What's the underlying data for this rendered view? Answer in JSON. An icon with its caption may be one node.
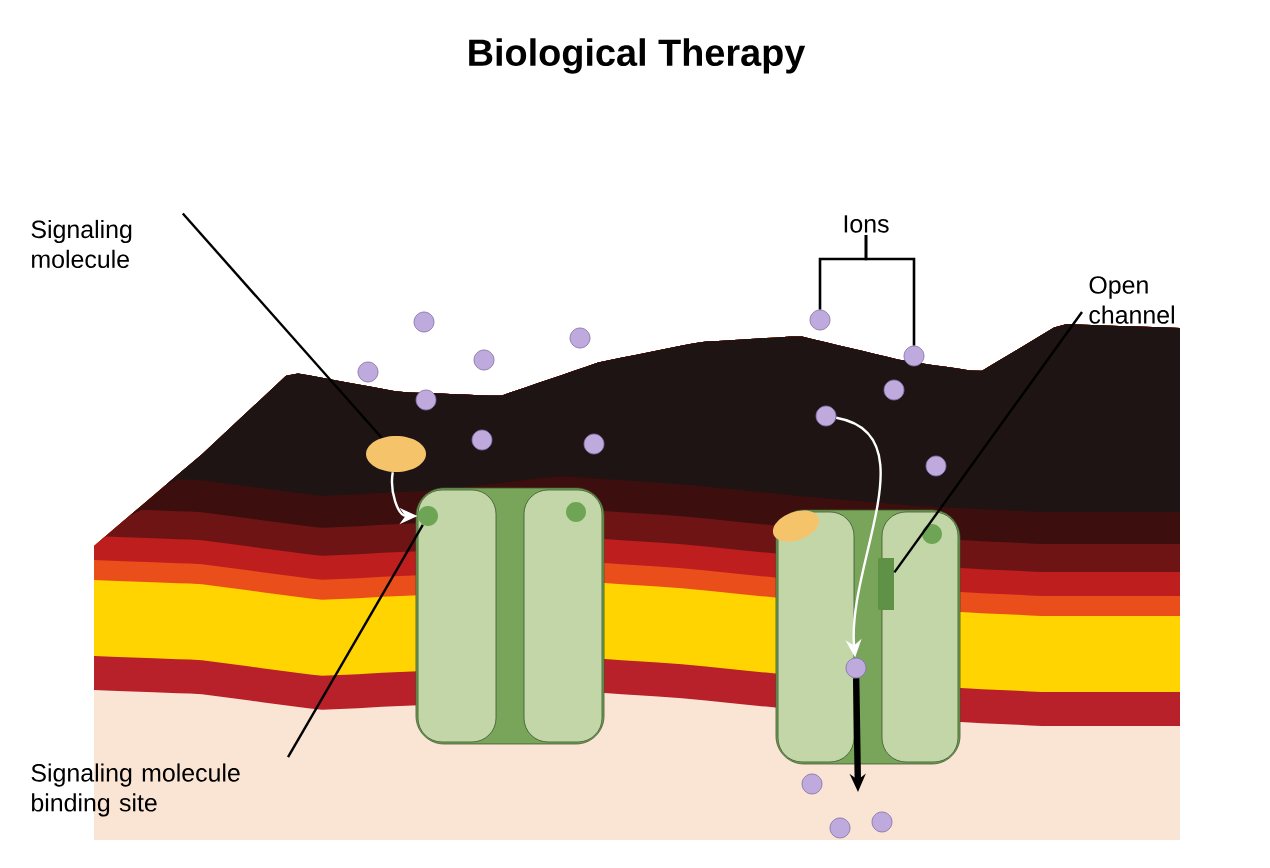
{
  "diagram": {
    "title": "Biological Therapy",
    "nodes": [
      {
        "text": [
          "Signaling molecule"
        ]
      },
      {
        "text": [],
        "shape": "ellipse"
      },
      {
        "text": [],
        "shape": "circle"
      },
      {
        "text": [
          "Signaling molecule binding site"
        ]
      },
      {
        "text": [
          "Ions"
        ]
      },
      {
        "text": [],
        "shape": "circle"
      },
      {
        "text": [],
        "shape": "circle"
      },
      {
        "text": [
          "Open channel"
        ]
      },
      {
        "text": [],
        "shape": "bar"
      },
      {
        "text": [],
        "shape": "circle"
      },
      {
        "text": [],
        "shape": "circle"
      },
      {
        "text": [],
        "shape": "circle"
      },
      {
        "text": [],
        "shape": "circle"
      },
      {
        "text": [],
        "shape": "circle"
      },
      {
        "text": [],
        "shape": "circle"
      },
      {
        "text": [],
        "shape": "circle"
      },
      {
        "text": [],
        "shape": "circle"
      },
      {
        "text": [],
        "shape": "circle"
      },
      {
        "text": [],
        "shape": "circle"
      },
      {
        "text": [],
        "shape": "circle"
      },
      {
        "text": [],
        "shape": "circle"
      },
      {
        "text": [],
        "shape": "circle"
      },
      {
        "text": [],
        "shape": "circle"
      }
    ],
    "edges": [
      {
        "from": 0,
        "to": 1,
        "arrow": "none"
      },
      {
        "from": 1,
        "to": 2,
        "arrow": "to",
        "color": "#ffffff"
      },
      {
        "from": 3,
        "to": 2,
        "arrow": "none"
      },
      {
        "from": 4,
        "to": 5,
        "arrow": "none"
      },
      {
        "from": 4,
        "to": 6,
        "arrow": "none"
      },
      {
        "from": 7,
        "to": 8,
        "arrow": "none"
      },
      {
        "from": 9,
        "to": 10,
        "arrow": "to",
        "color": "#ffffff"
      },
      {
        "from": 10,
        "to": null,
        "arrow": "to",
        "style": "thick"
      }
    ]
  }
}
